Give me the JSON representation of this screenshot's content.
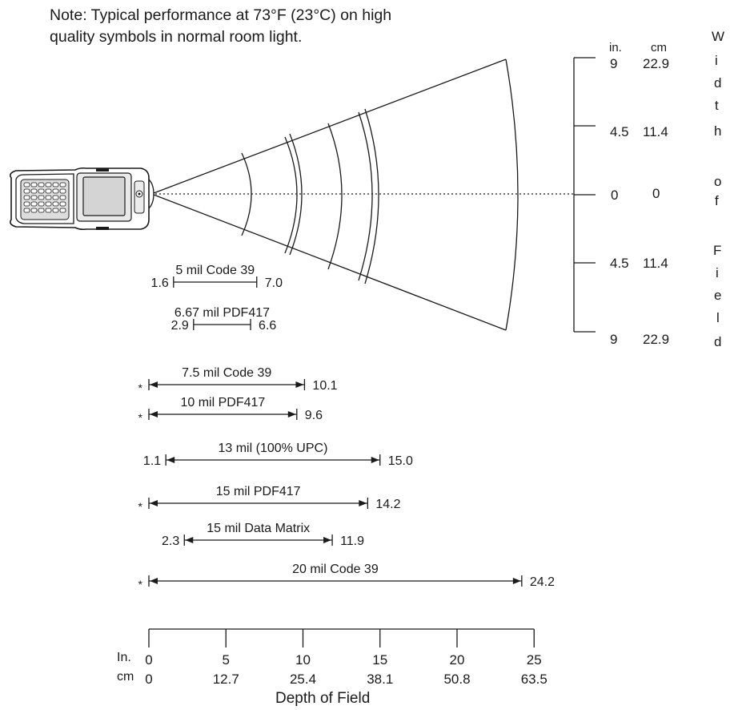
{
  "note": {
    "line1": "Note: Typical performance at 73°F (23°C) on high",
    "line2": "quality symbols in normal room light."
  },
  "width_scale": {
    "unit_in": "in.",
    "unit_cm": "cm",
    "ticks": [
      {
        "in": "9",
        "cm": "22.9"
      },
      {
        "in": "4.5",
        "cm": "11.4"
      },
      {
        "in": "0",
        "cm": "0"
      },
      {
        "in": "4.5",
        "cm": "11.4"
      },
      {
        "in": "9",
        "cm": "22.9"
      }
    ],
    "title_letters": [
      "W",
      "i",
      "d",
      "t",
      "h",
      "",
      "o",
      "f",
      "",
      "F",
      "i",
      "e",
      "l",
      "d"
    ]
  },
  "ranges": [
    {
      "label": "5 mil Code 39",
      "near": "1.6",
      "far": "7.0",
      "near_value": 1.6,
      "far_value": 7.0,
      "arrows": false,
      "asterisk": false
    },
    {
      "label": "6.67 mil PDF417",
      "near": "2.9",
      "far": "6.6",
      "near_value": 2.9,
      "far_value": 6.6,
      "arrows": false,
      "asterisk": false
    },
    {
      "label": "7.5 mil Code 39",
      "near": "*",
      "far": "10.1",
      "near_value": 0,
      "far_value": 10.1,
      "arrows": true,
      "asterisk": true
    },
    {
      "label": "10 mil PDF417",
      "near": "*",
      "far": "9.6",
      "near_value": 0,
      "far_value": 9.6,
      "arrows": true,
      "asterisk": true
    },
    {
      "label": "13 mil (100% UPC)",
      "near": "1.1",
      "far": "15.0",
      "near_value": 1.1,
      "far_value": 15.0,
      "arrows": true,
      "asterisk": false
    },
    {
      "label": "15 mil PDF417",
      "near": "*",
      "far": "14.2",
      "near_value": 0,
      "far_value": 14.2,
      "arrows": true,
      "asterisk": true
    },
    {
      "label": "15 mil Data Matrix",
      "near": "2.3",
      "far": "11.9",
      "near_value": 2.3,
      "far_value": 11.9,
      "arrows": true,
      "asterisk": false
    },
    {
      "label": "20 mil Code 39",
      "near": "*",
      "far": "24.2",
      "near_value": 0,
      "far_value": 24.2,
      "arrows": true,
      "asterisk": true
    }
  ],
  "depth_axis": {
    "row_label_in": "In.",
    "row_label_cm": "cm",
    "ticks": [
      {
        "in": "0",
        "cm": "0",
        "value": 0
      },
      {
        "in": "5",
        "cm": "12.7",
        "value": 5
      },
      {
        "in": "10",
        "cm": "25.4",
        "value": 10
      },
      {
        "in": "15",
        "cm": "38.1",
        "value": 15
      },
      {
        "in": "20",
        "cm": "50.8",
        "value": 20
      },
      {
        "in": "25",
        "cm": "63.5",
        "value": 25
      }
    ],
    "title": "Depth of Field",
    "range": [
      0,
      25
    ]
  }
}
